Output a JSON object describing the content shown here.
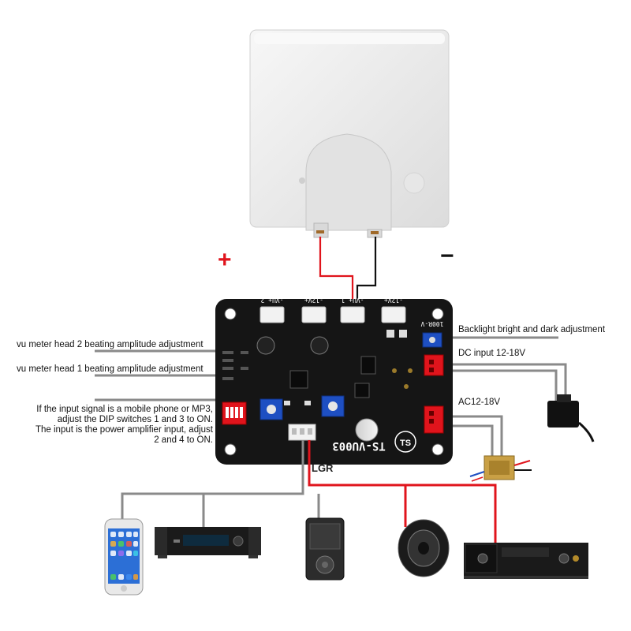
{
  "polarity": {
    "plus": "+",
    "minus": "−"
  },
  "board": {
    "model": "TS-VU003",
    "brand_logo": "TS",
    "header_labels": [
      "-VU+ 2",
      "-12V+",
      "-VU+ 1",
      "-12V+"
    ],
    "side_label": "100R-V",
    "connector_label": "LGR"
  },
  "annotations": {
    "backlight": "Backlight bright and dark adjustment",
    "dc_input": "DC input 12-18V",
    "ac_input": "AC12-18V",
    "head2": "vu meter head 2 beating amplitude adjustment",
    "head1": "vu meter head 1 beating amplitude adjustment",
    "dip_line1": "If the input signal is a mobile phone or MP3,",
    "dip_line2": "adjust the DIP switches 1 and 3 to ON.",
    "dip_line3": "The input is the power amplifier input, adjust",
    "dip_line4": "2 and 4 to ON."
  },
  "devices": [
    {
      "icon": "smartphone-icon"
    },
    {
      "icon": "audio-player-icon"
    },
    {
      "icon": "mp3-player-icon"
    },
    {
      "icon": "speaker-icon"
    },
    {
      "icon": "power-amplifier-icon"
    }
  ],
  "accessories": [
    {
      "icon": "power-adapter-icon"
    },
    {
      "icon": "transformer-icon"
    }
  ],
  "colors": {
    "board": "#151515",
    "wire_red": "#e0141c",
    "wire_black": "#111111",
    "wire_gray": "#8a8a8a",
    "meter_body": "#ededed",
    "plus_sign": "#e0141c"
  }
}
